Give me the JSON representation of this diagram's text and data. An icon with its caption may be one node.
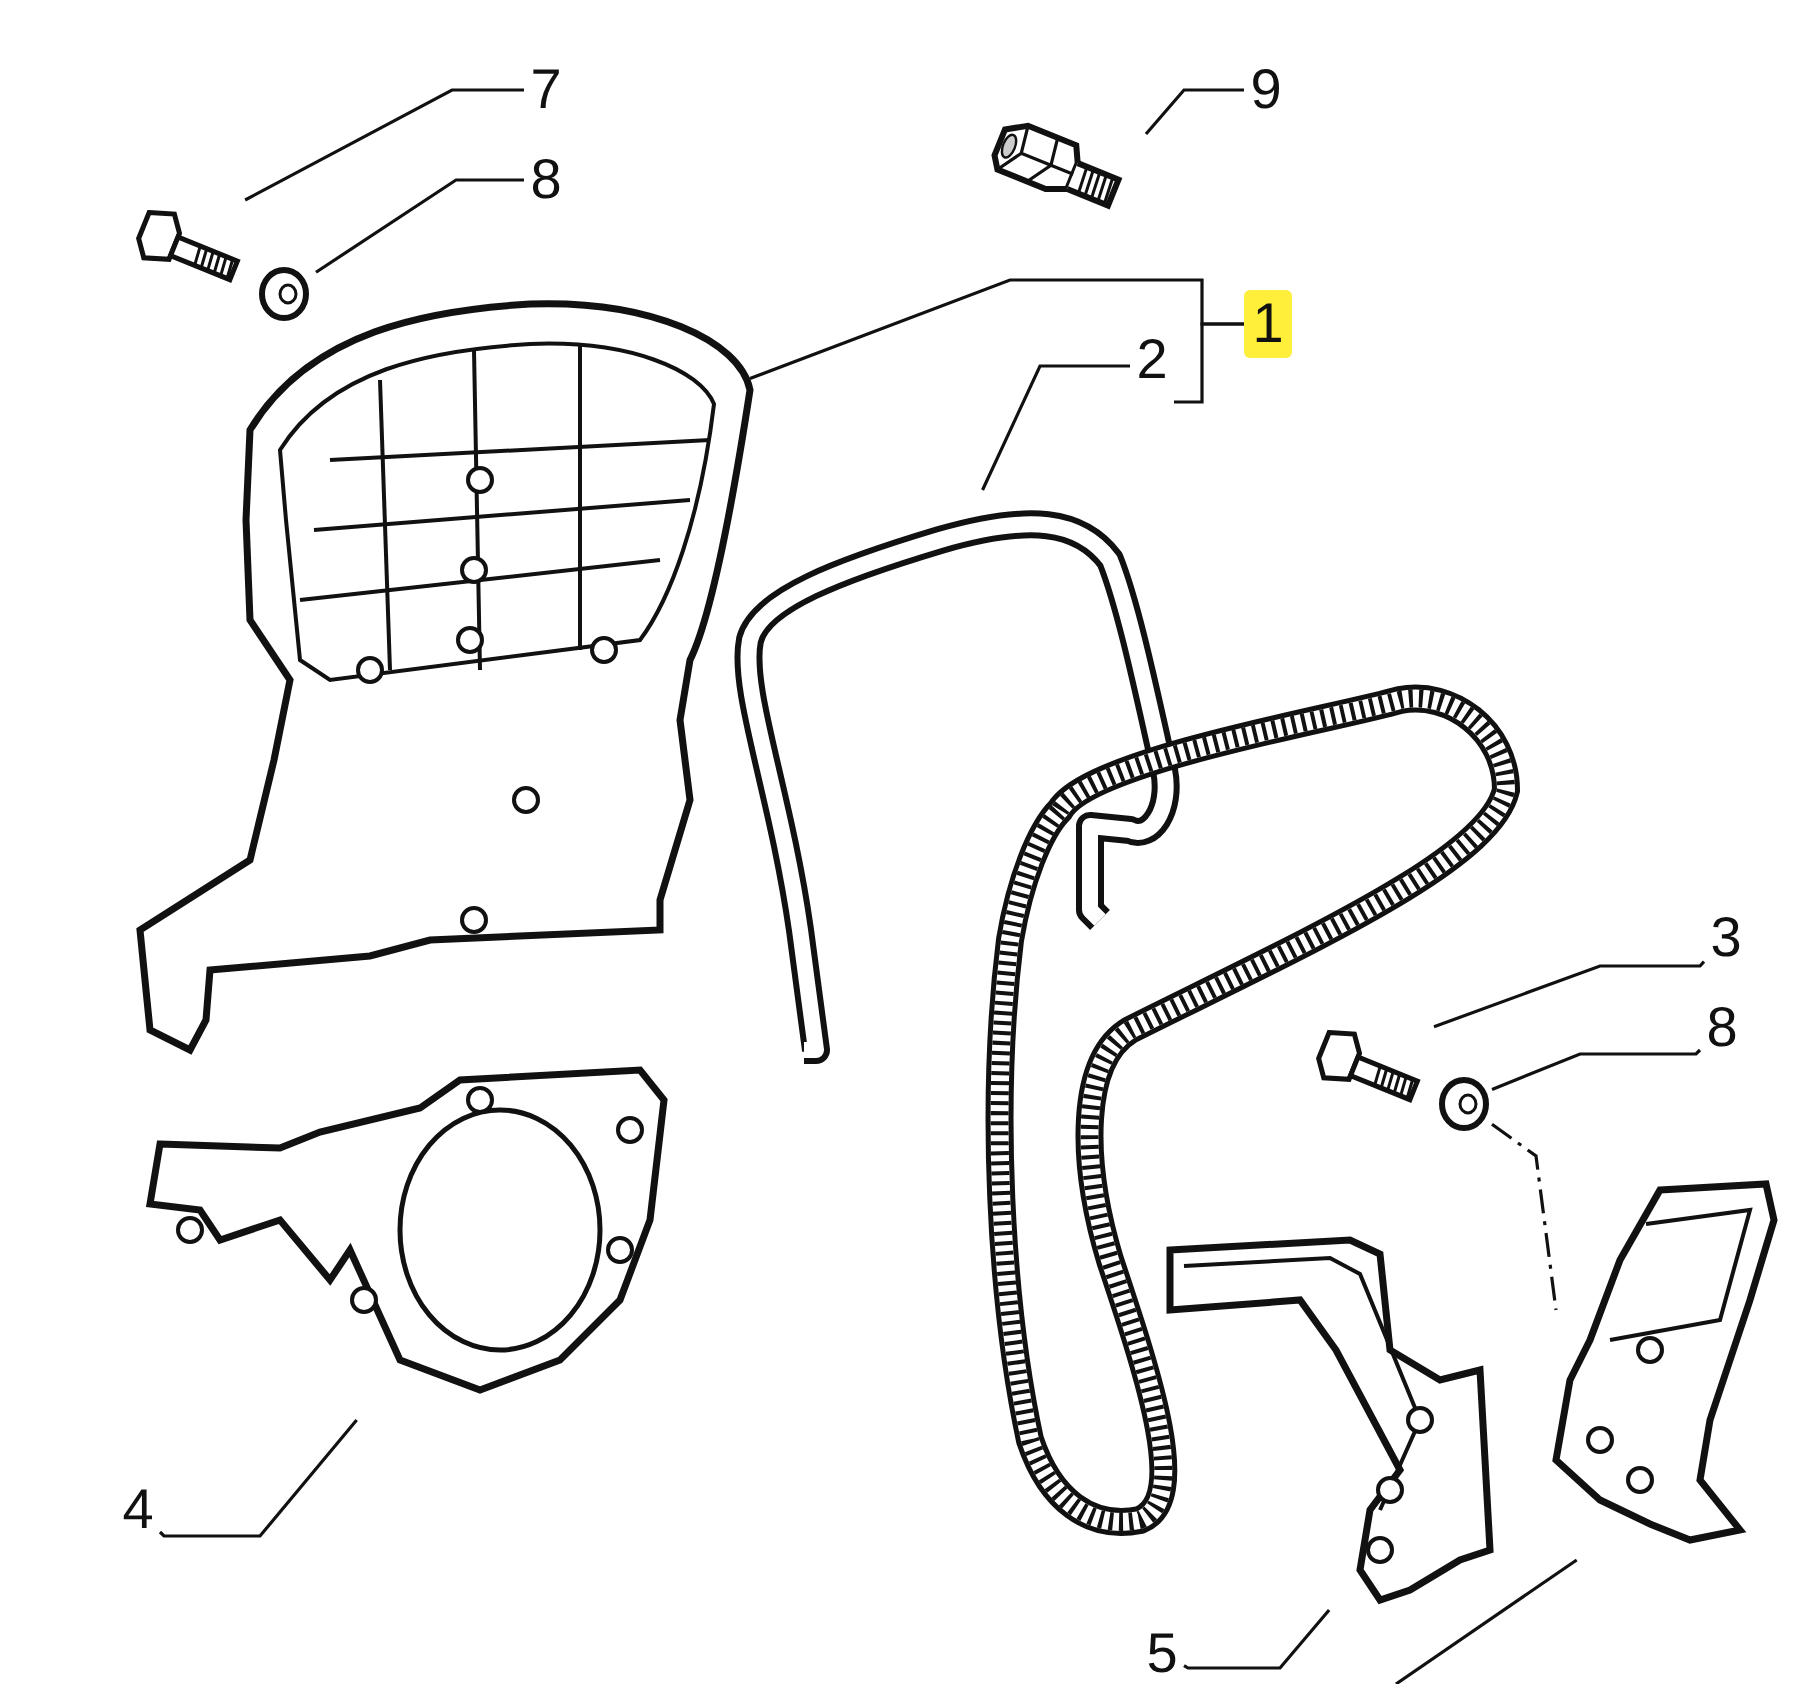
{
  "diagram": {
    "nodes": [
      {
        "text": [
          "7"
        ]
      },
      {
        "text": [
          "8"
        ]
      },
      {
        "text": [
          "9"
        ]
      },
      {
        "text": [
          "1"
        ]
      },
      {
        "text": [
          "2"
        ]
      },
      {
        "text": [
          "3"
        ]
      },
      {
        "text": [
          "8"
        ]
      },
      {
        "text": [
          "4"
        ]
      },
      {
        "text": [
          "5"
        ]
      },
      {
        "text": [],
        "shape": "picture"
      },
      {
        "text": [],
        "shape": "picture"
      },
      {
        "text": [],
        "shape": "picture"
      },
      {
        "text": [],
        "shape": "picture"
      },
      {
        "text": [],
        "shape": "picture"
      },
      {
        "text": [],
        "shape": "picture"
      },
      {
        "text": [],
        "shape": "picture"
      },
      {
        "text": [],
        "shape": "picture"
      },
      {
        "text": [],
        "shape": "picture"
      },
      {
        "text": [],
        "shape": "picture"
      },
      {
        "text": [],
        "shape": "picture"
      }
    ],
    "edges": [
      {
        "from": 0,
        "to": 9,
        "arrow": "none"
      },
      {
        "from": 1,
        "to": 10,
        "arrow": "none"
      },
      {
        "from": 2,
        "to": 11,
        "arrow": "none"
      },
      {
        "from": 3,
        "to": 12,
        "arrow": "none"
      },
      {
        "from": 4,
        "to": 13,
        "arrow": "none"
      },
      {
        "from": 5,
        "to": 15,
        "arrow": "none"
      },
      {
        "from": 6,
        "to": 16,
        "arrow": "none"
      },
      {
        "from": 7,
        "to": 17,
        "arrow": "none"
      },
      {
        "from": 8,
        "to": 18,
        "arrow": "none"
      },
      {
        "from": null,
        "to": 19,
        "arrow": "none"
      },
      {
        "from": 16,
        "to": 19,
        "arrow": "none",
        "style": "dashed"
      },
      {
        "from": 3,
        "to": 4,
        "arrow": "none"
      }
    ]
  }
}
